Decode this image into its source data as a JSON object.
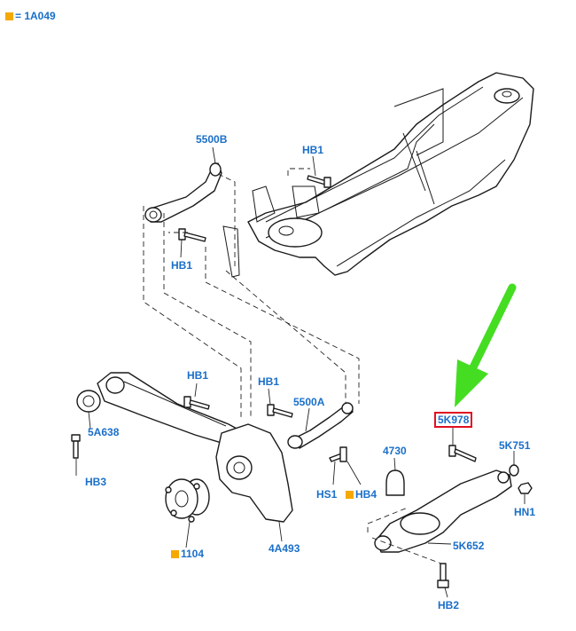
{
  "legend": {
    "text": "= 1A049",
    "marker_color": "#f5a800"
  },
  "labels": {
    "5500B": "5500B",
    "hb1_top": "HB1",
    "hb1_left": "HB1",
    "hb1_mid_a": "HB1",
    "hb1_mid_b": "HB1",
    "5a638": "5A638",
    "hb3": "HB3",
    "5500A": "5500A",
    "1104": "1104",
    "4a493": "4A493",
    "hs1": "HS1",
    "hb4": "HB4",
    "4730": "4730",
    "5k978": "5K978",
    "5k751": "5K751",
    "hn1": "HN1",
    "5k652": "5K652",
    "hb2": "HB2"
  },
  "colors": {
    "label_text": "#1a6fc9",
    "highlight_border": "#e0101f",
    "arrow": "#44dd22",
    "marker": "#f5a800"
  },
  "icons": {
    "pointer": "green-arrow-icon"
  }
}
